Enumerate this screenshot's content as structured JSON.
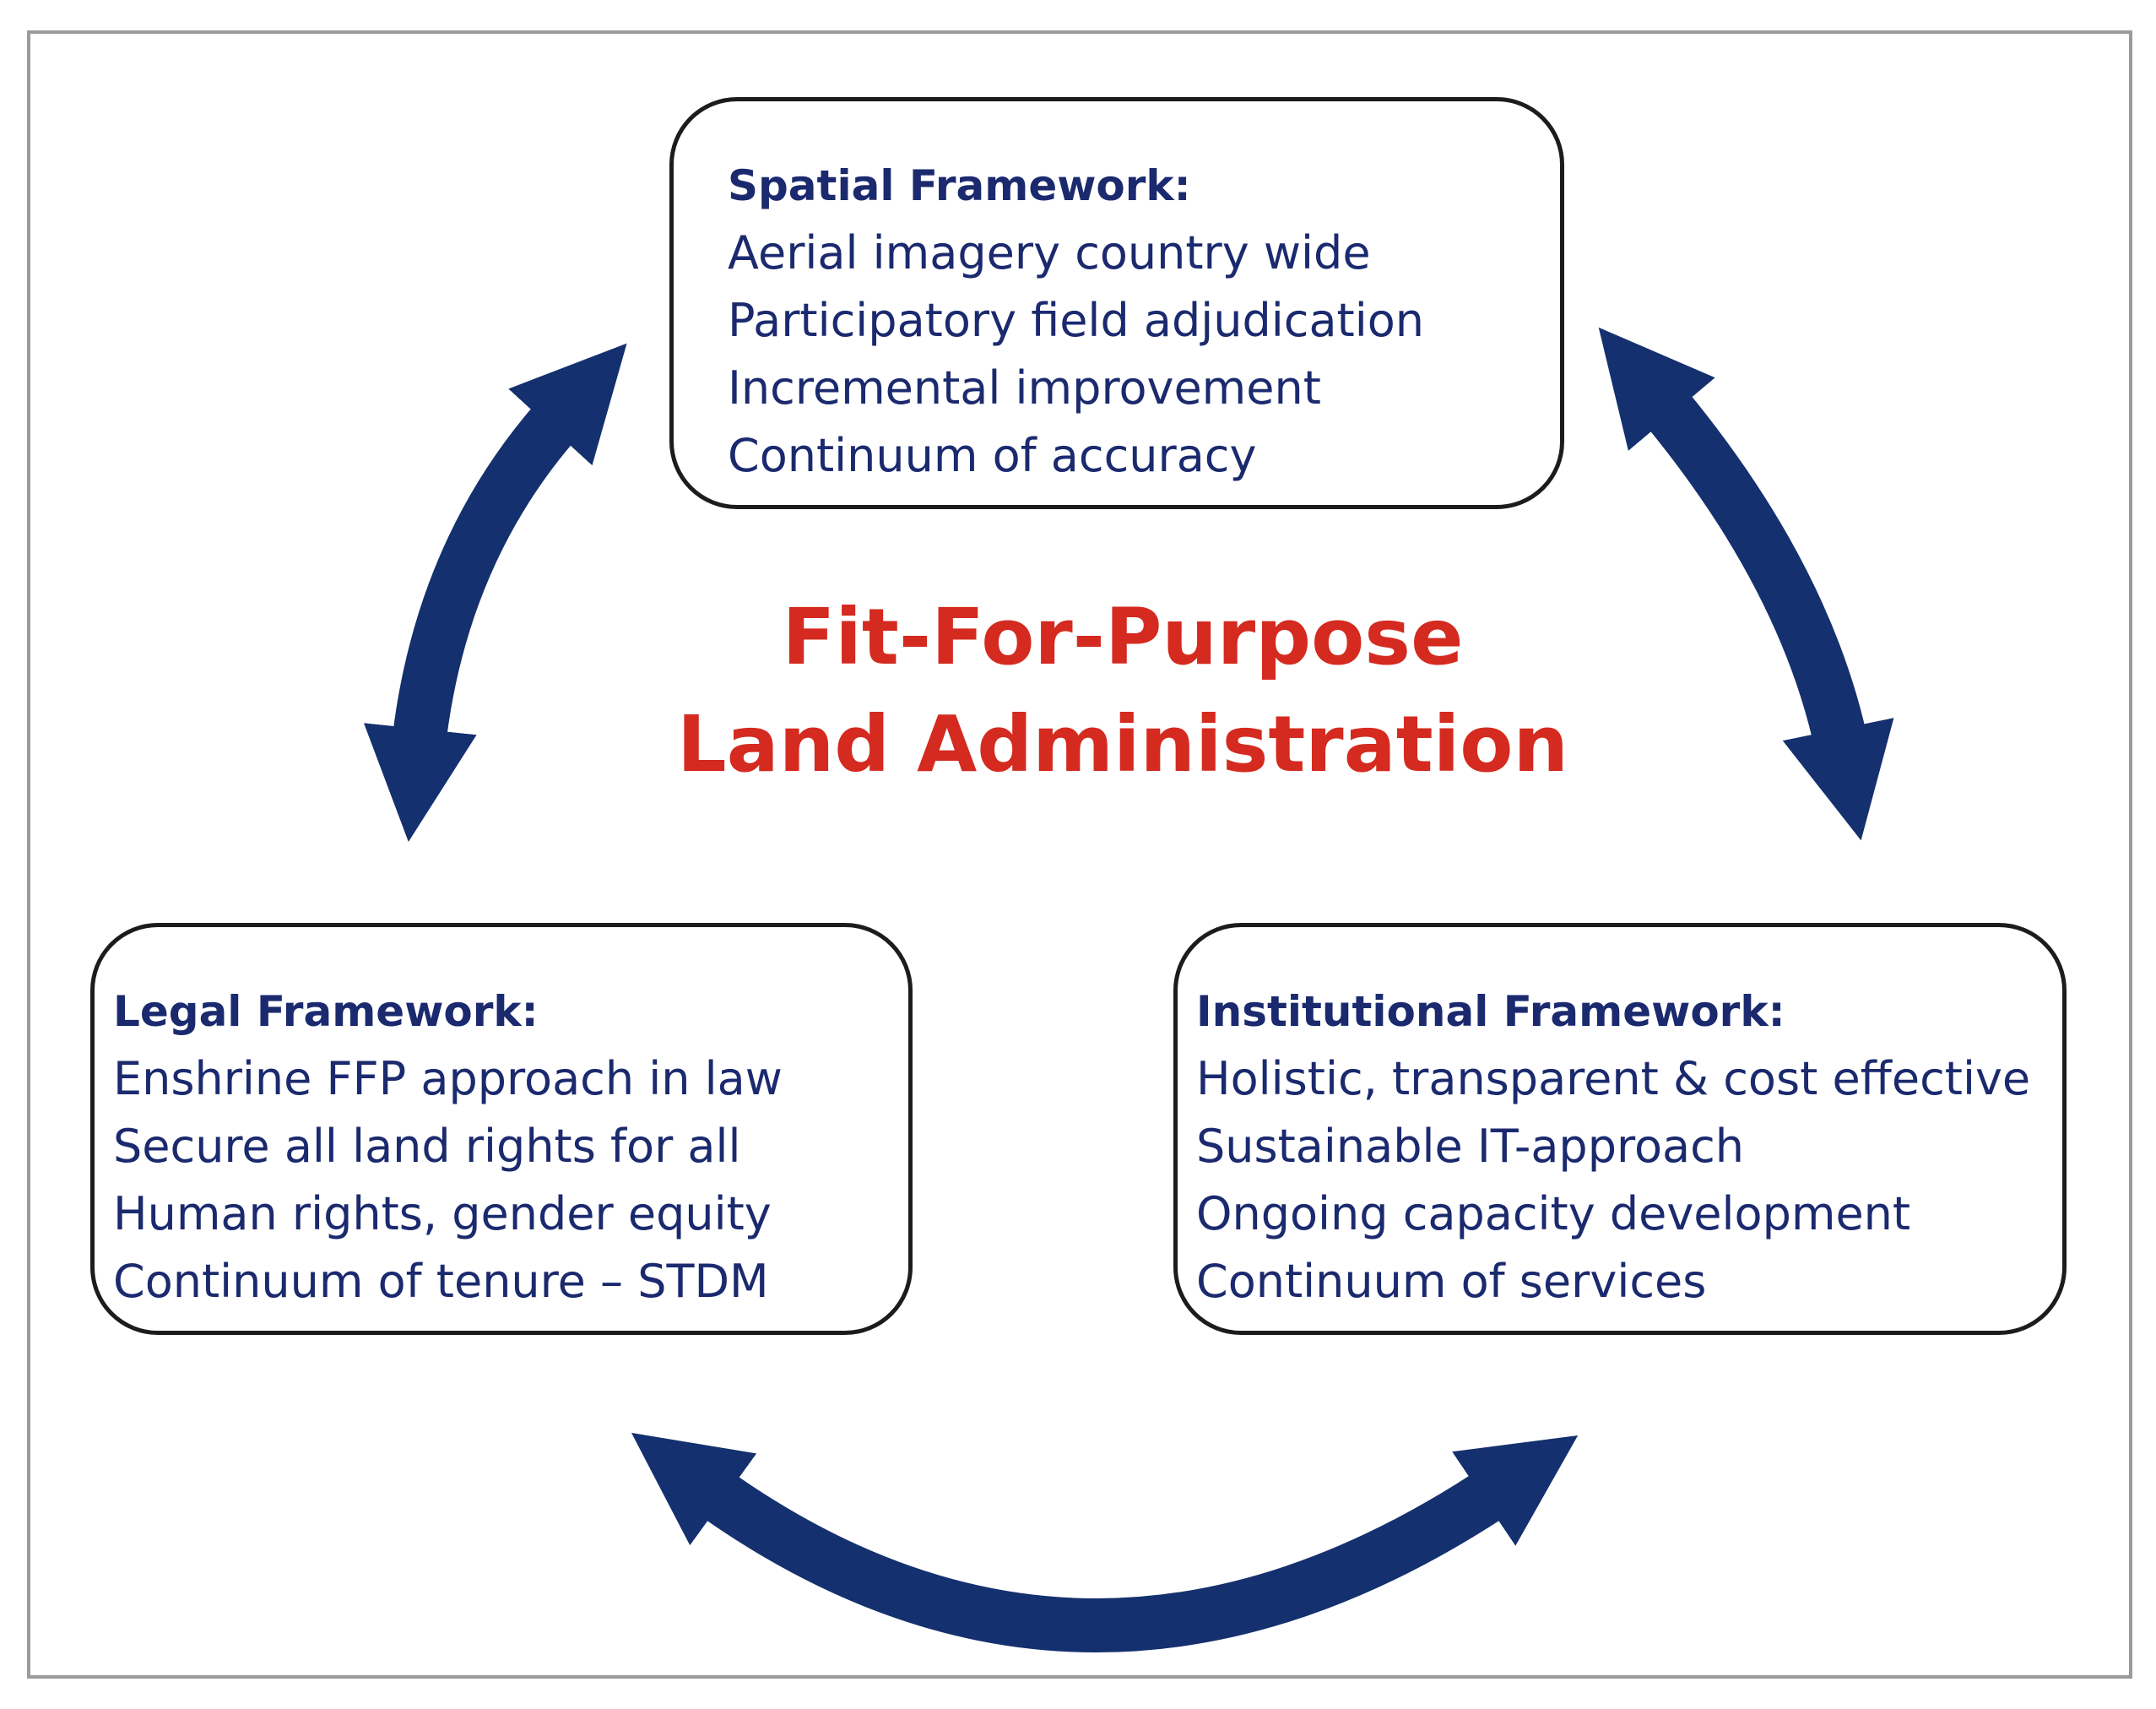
{
  "center": {
    "line1": "Fit-For-Purpose",
    "line2": "Land Administration"
  },
  "spatial": {
    "title": "Spatial Framework:",
    "items": [
      "Aerial imagery country wide",
      "Participatory field adjudication",
      "Incremental improvement",
      "Continuum of accuracy"
    ]
  },
  "legal": {
    "title": "Legal Framework:",
    "items": [
      "Enshrine FFP approach in law",
      "Secure all land rights for all",
      "Human rights, gender equity",
      "Continuum of tenure – STDM"
    ]
  },
  "institutional": {
    "title": "Institutional Framework:",
    "items": [
      "Holistic, transparent & cost effective",
      "Sustainable IT-approach",
      "Ongoing capacity development",
      "Continuum of services"
    ]
  },
  "colors": {
    "arrow": "#14306e",
    "text": "#1b2a6e",
    "title": "#d42a1f"
  }
}
